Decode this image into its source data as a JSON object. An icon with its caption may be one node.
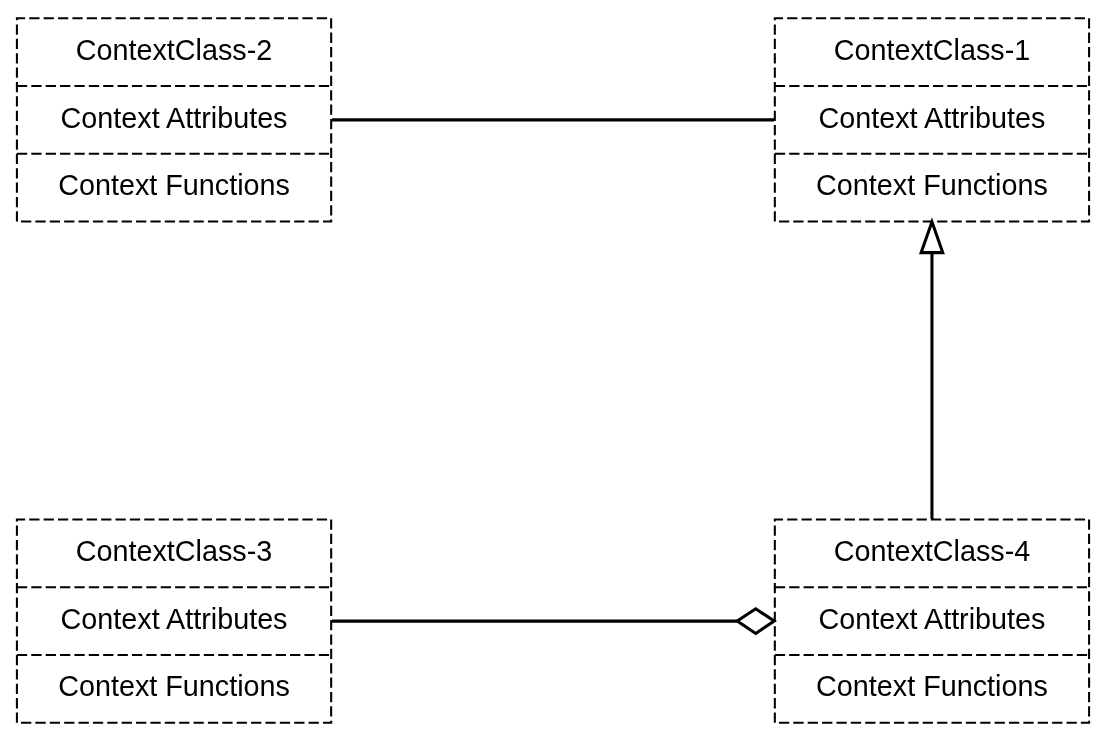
{
  "diagram": {
    "nodes": [
      {
        "text": [
          "ContextClass-2",
          "Context Attributes",
          "Context Functions"
        ]
      },
      {
        "text": [
          "ContextClass-1",
          "Context Attributes",
          "Context Functions"
        ]
      },
      {
        "text": [
          "ContextClass-3",
          "Context Attributes",
          "Context Functions"
        ]
      },
      {
        "text": [
          "ContextClass-4",
          "Context Attributes",
          "Context Functions"
        ]
      }
    ],
    "edges": [
      {
        "from": 0,
        "to": 1,
        "arrow": "none"
      },
      {
        "from": 3,
        "to": 1,
        "arrow": "to"
      },
      {
        "from": 2,
        "to": 3,
        "arrow": "other"
      }
    ]
  }
}
